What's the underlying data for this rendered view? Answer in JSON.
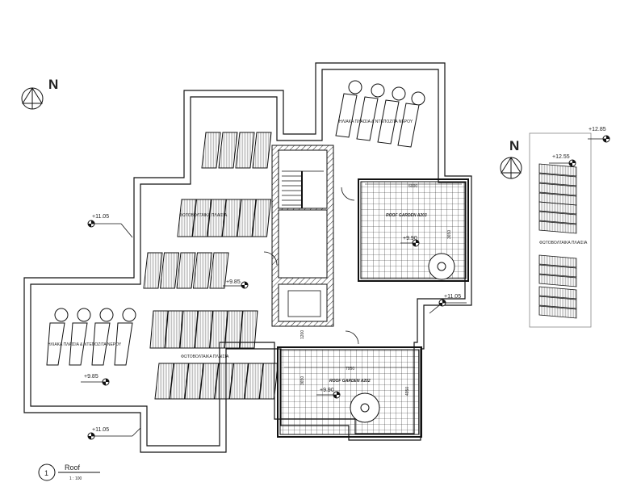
{
  "north": {
    "main": "N",
    "inset": "N"
  },
  "levels": {
    "left_upper": "+11.05",
    "left_lower": "+11.05",
    "right_middle": "+11.05",
    "center": "+9.85",
    "left_inner": "+9.85",
    "garden_top": "+9.90",
    "garden_bottom": "+9.90",
    "inset_top": "+12.85",
    "inset_second": "+12.55"
  },
  "labels": {
    "solar_water_top": "ΗΛΙΑΚΑ ΠΛΑΙΣΙΑ & ΝΤΕΠΟΖΙΤΑ ΝΕΡΟΥ",
    "solar_water_left": "ΗΛΙΑΚΑ ΠΛΑΙΣΙΑ & ΝΤΕΠΟΖΙΤΑ ΝΕΡΟΥ",
    "pv_upper": "ΦΩΤΟΒΟΛΤΑΙΚΑ ΠΛΑΙΣΙΑ",
    "pv_lower": "ΦΩΤΟΒΟΛΤΑΙΚΑ ΠΛΑΙΣΙΑ",
    "pv_inset": "ΦΩΤΟΒΟΛΤΑΙΚΑ ΠΛΑΙΣΙΑ",
    "garden_top": "ROOF GARDEN A203",
    "garden_bottom": "ROOF GARDEN A202"
  },
  "dimensions": {
    "garden_top_width": "6000",
    "garden_top_height": "3650",
    "garden_bottom_width": "7950",
    "garden_bottom_height_left": "3650",
    "garden_bottom_height_right": "4950",
    "stair_gap": "1200"
  },
  "title_block": {
    "number": "1",
    "title": "Roof",
    "scale": "1 : 100"
  }
}
